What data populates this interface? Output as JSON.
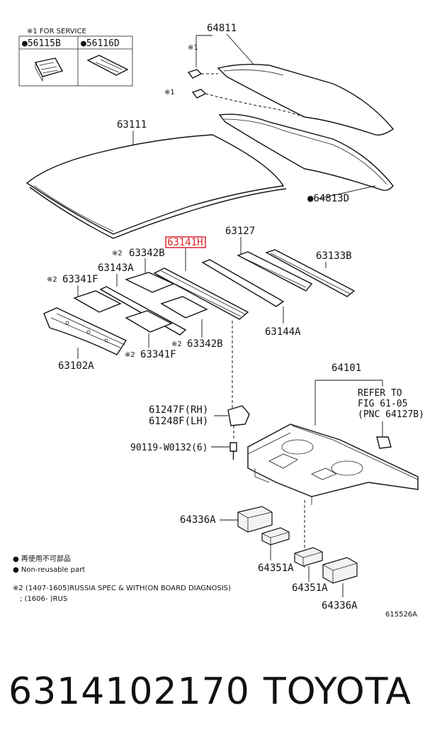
{
  "service_box": {
    "title": "※1 FOR SERVICE",
    "left_part": "●56115B",
    "right_part": "●56116D"
  },
  "callouts": {
    "p64811": "64811",
    "mark1_a": "※1",
    "mark1_b": "※1",
    "p63111": "63111",
    "p64813D": "●64813D",
    "p63127": "63127",
    "p63141H": "63141H",
    "p63342B_top": "※2 63342B",
    "p63143A": "63143A",
    "p63133B": "63133B",
    "p63341F_top": "※2 63341F",
    "p63144A": "63144A",
    "p63342B_bot": "※2 63342B",
    "p63341F_bot": "※2 63341F",
    "p63102A": "63102A",
    "p64101": "64101",
    "refer_line1": "REFER TO",
    "refer_line2": "FIG 61-05",
    "refer_line3": "(PNC 64127B)",
    "p61247F": "61247F(RH)",
    "p61248F": "61248F(LH)",
    "p90119": "90119-W0132(6)",
    "p64336A_left": "64336A",
    "p64351A_left": "64351A",
    "p64351A_right": "64351A",
    "p64336A_right": "64336A"
  },
  "highlight_color": "#d9262b",
  "legend": {
    "jp_line": "● 再使用不可部品",
    "en_line": "● Non-reusable part",
    "note_line1": "※2 (1407-1605)RUSSIA SPEC & WITH(ON BOARD DIAGNOSIS)",
    "note_line2": "; (1606-       )RUS"
  },
  "figure_id": "615526A",
  "footer": {
    "part_number": "6314102170",
    "brand": "TOYOTA"
  }
}
